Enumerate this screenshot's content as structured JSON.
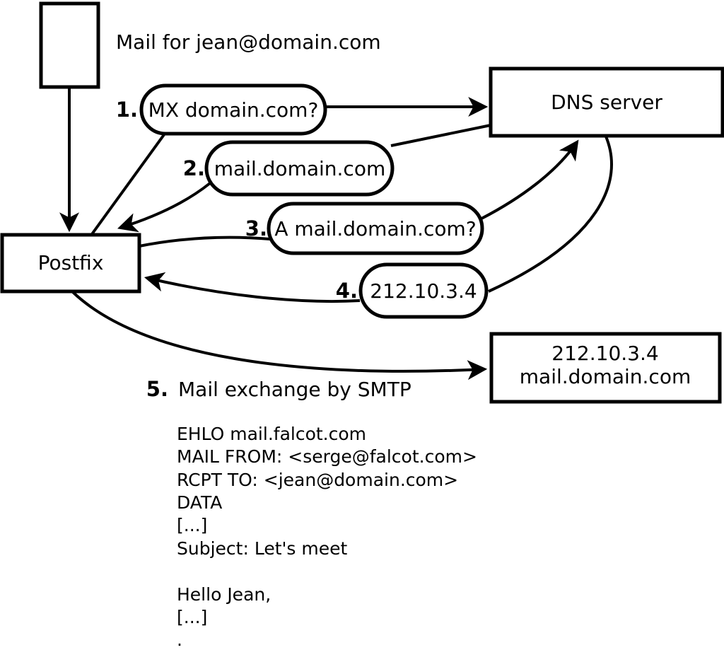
{
  "colors": {
    "ink": "#000000",
    "background": "#ffffff"
  },
  "annotation": {
    "mail_note": "Mail for jean@domain.com"
  },
  "nodes": {
    "postfix": {
      "label": "Postfix"
    },
    "dns": {
      "label": "DNS server"
    },
    "destination": {
      "line1": "212.10.3.4",
      "line2": "mail.domain.com"
    }
  },
  "steps": [
    {
      "num": "1.",
      "label": "MX domain.com?"
    },
    {
      "num": "2.",
      "label": "mail.domain.com"
    },
    {
      "num": "3.",
      "label": "A mail.domain.com?"
    },
    {
      "num": "4.",
      "label": "212.10.3.4"
    },
    {
      "num": "5.",
      "label": "Mail exchange by SMTP"
    }
  ],
  "smtp": {
    "lines": [
      "EHLO mail.falcot.com",
      "MAIL FROM: <serge@falcot.com>",
      "RCPT TO: <jean@domain.com>",
      "DATA",
      "[...]",
      "Subject: Let's meet",
      "",
      "Hello Jean,",
      "[...]",
      "."
    ]
  }
}
